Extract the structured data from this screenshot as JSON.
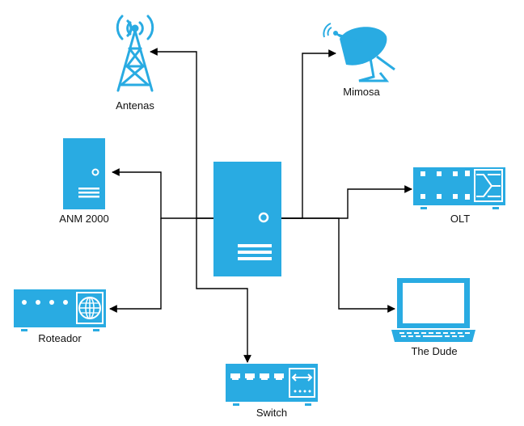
{
  "colors": {
    "device": "#29abe2",
    "device_dark": "#1d8fc4",
    "line": "#000000",
    "label": "#111111",
    "background": "#ffffff"
  },
  "nodes": {
    "antenas": {
      "label": "Antenas",
      "icon": "radio-tower-icon"
    },
    "mimosa": {
      "label": "Mimosa",
      "icon": "satellite-dish-icon"
    },
    "anm": {
      "label": "ANM 2000",
      "icon": "server-tower-icon"
    },
    "olt": {
      "label": "OLT",
      "icon": "olt-switch-icon"
    },
    "roteador": {
      "label": "Roteador",
      "icon": "router-icon"
    },
    "dude": {
      "label": "The Dude",
      "icon": "laptop-monitor-icon"
    },
    "switch": {
      "label": "Switch",
      "icon": "network-switch-icon"
    },
    "server": {
      "label": "",
      "icon": "central-server-icon"
    }
  },
  "connections": [
    {
      "from": "server",
      "to": "antenas"
    },
    {
      "from": "server",
      "to": "mimosa"
    },
    {
      "from": "server",
      "to": "anm"
    },
    {
      "from": "server",
      "to": "olt"
    },
    {
      "from": "server",
      "to": "roteador"
    },
    {
      "from": "server",
      "to": "dude"
    },
    {
      "from": "server",
      "to": "switch"
    }
  ]
}
